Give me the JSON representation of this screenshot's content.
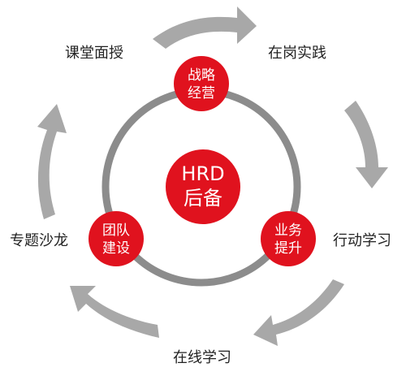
{
  "diagram": {
    "center": {
      "line1": "HRD",
      "line2": "后备"
    },
    "nodes": {
      "top": {
        "line1": "战略",
        "line2": "经营"
      },
      "right": {
        "line1": "业务",
        "line2": "提升"
      },
      "left": {
        "line1": "团队",
        "line2": "建设"
      }
    },
    "outer_labels": {
      "classroom": "课堂面授",
      "on_job": "在岗实践",
      "action": "行动学习",
      "online": "在线学习",
      "salon": "专题沙龙"
    },
    "colors": {
      "accent_red": "#e0121e",
      "ring_gray": "#8c8c8c",
      "arrow_gray": "#a8a8a8",
      "text_dark": "#222222",
      "text_light": "#ffffff"
    }
  }
}
